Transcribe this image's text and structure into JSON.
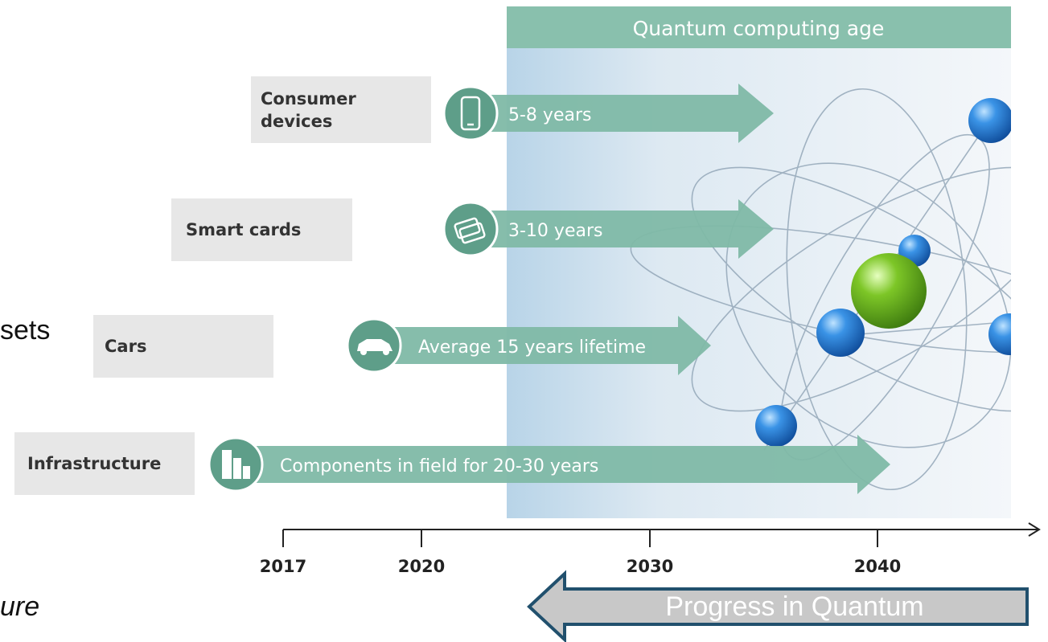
{
  "header": {
    "label": "Quantum computing age"
  },
  "fragments": {
    "left_1": "sets",
    "left_2": "ure"
  },
  "categories": [
    {
      "label_lines": [
        "Consumer",
        "devices"
      ],
      "arrow_text": "5-8 years",
      "icon": "smartphone-icon"
    },
    {
      "label_lines": [
        "Smart cards"
      ],
      "arrow_text": "3-10 years",
      "icon": "cards-icon"
    },
    {
      "label_lines": [
        "Cars"
      ],
      "arrow_text": "Average 15 years lifetime",
      "icon": "car-icon"
    },
    {
      "label_lines": [
        "Infrastructure"
      ],
      "arrow_text": "Components in field for 20-30 years",
      "icon": "buildings-icon"
    }
  ],
  "timeline": {
    "ticks": [
      "2017",
      "2020",
      "2030",
      "2040"
    ]
  },
  "progress": {
    "label": "Progress in Quantum"
  },
  "colors": {
    "teal": "#7fb9a6",
    "teal_dark": "#5e9e89",
    "band": "#89c0ad",
    "box": "#e7e7e7",
    "sphere_blue": "#2f7fd6",
    "sphere_green": "#5fae1f",
    "progress_fill": "#c8c8c8",
    "progress_stroke": "#21506d"
  }
}
